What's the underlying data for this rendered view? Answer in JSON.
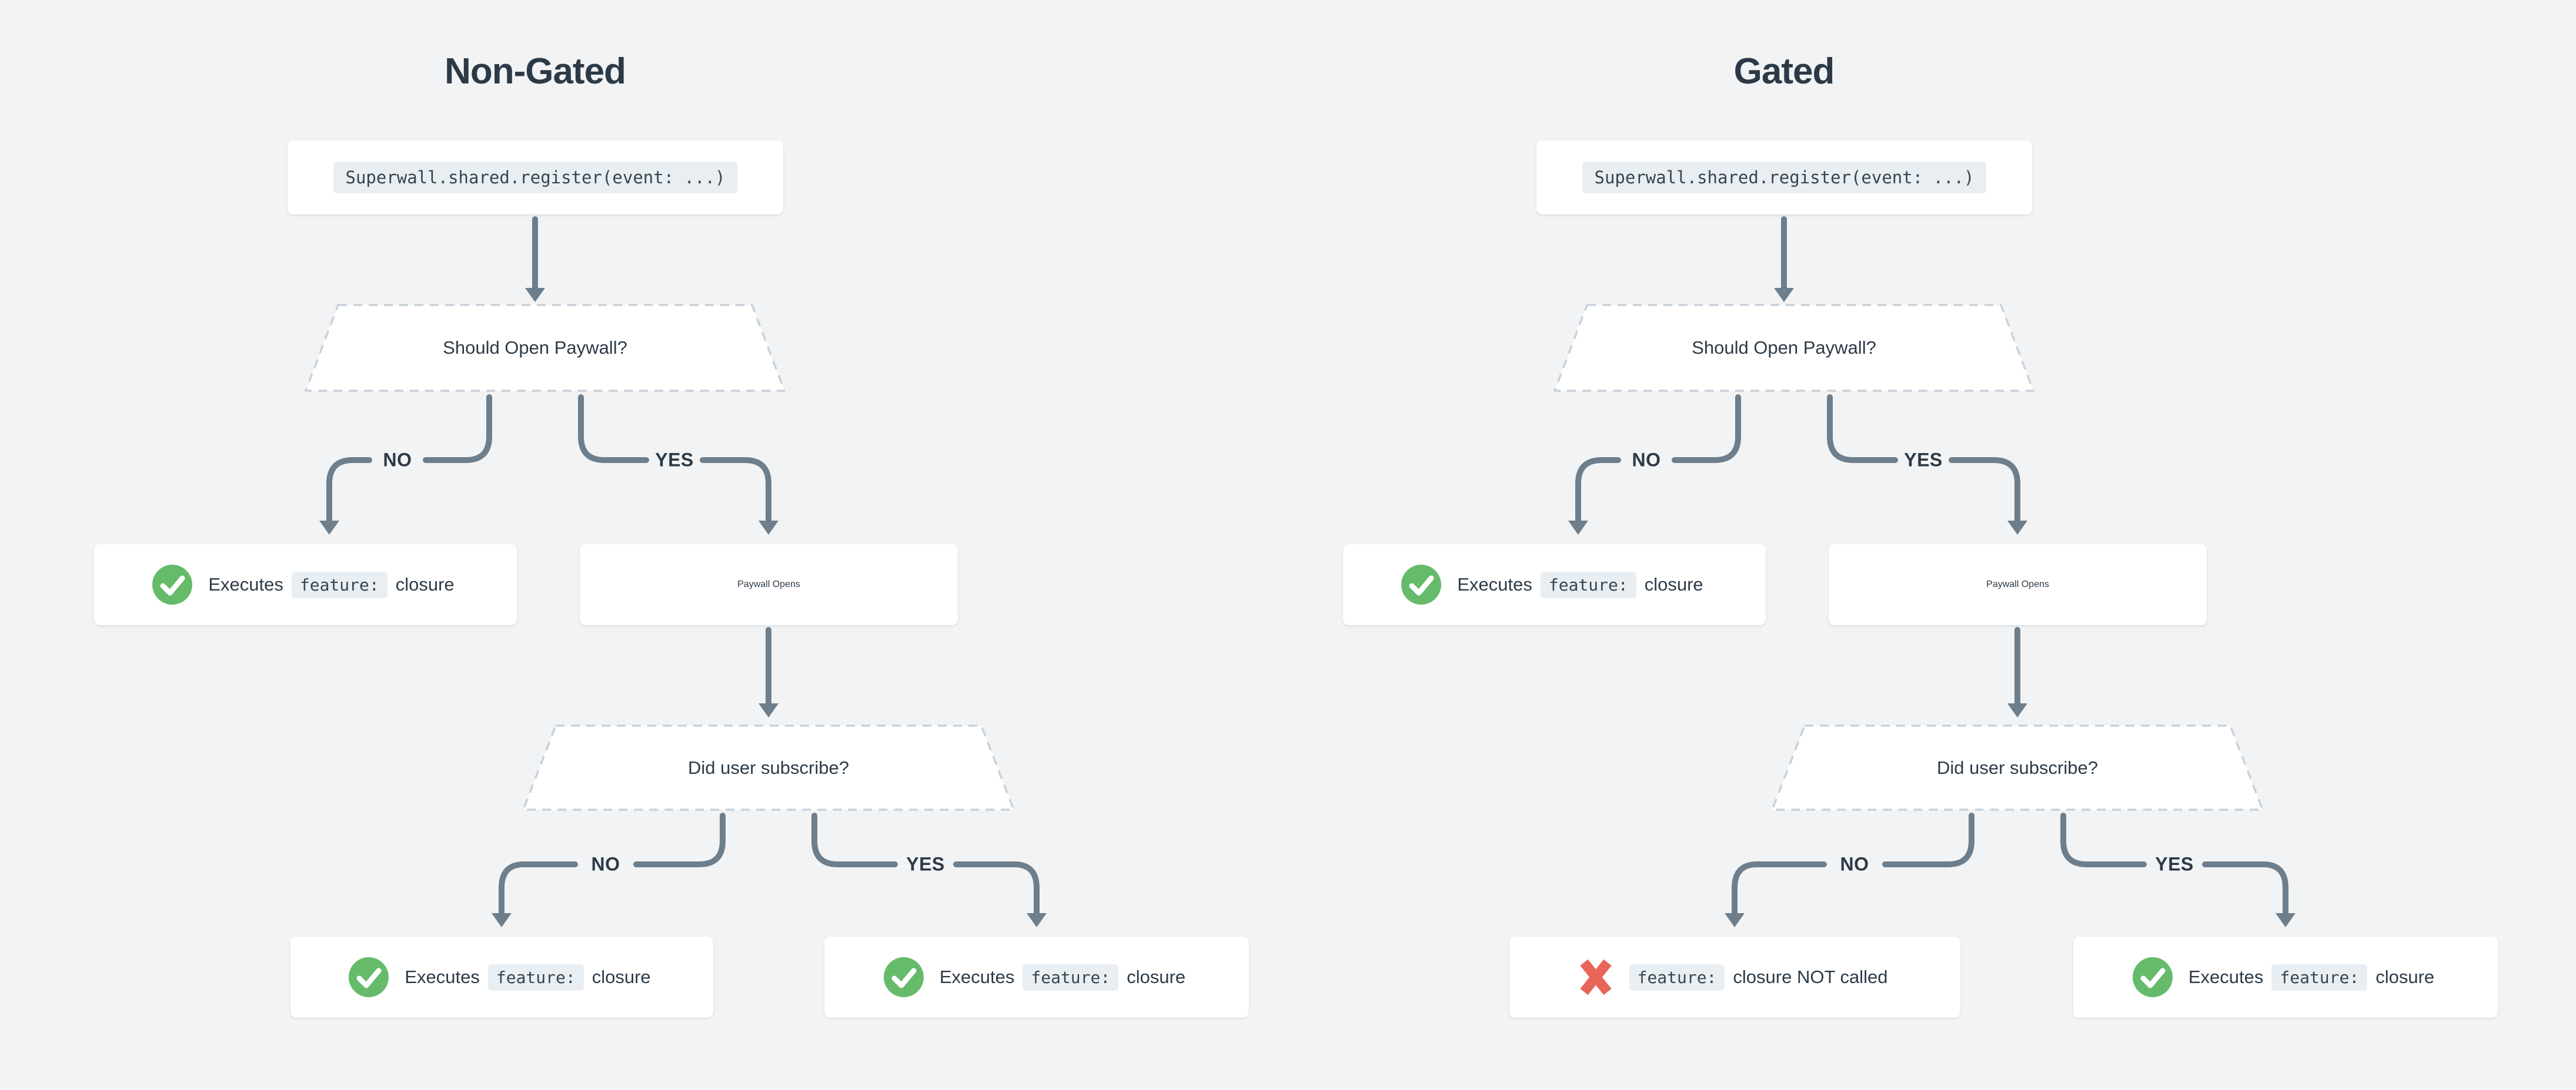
{
  "colors": {
    "background": "#f2f3f4",
    "card_background": "#ffffff",
    "text": "#2c3a47",
    "connector": "#6d7e8c",
    "dashed_border": "#c7d1da",
    "chip_background": "#e9eef2",
    "success_green": "#66bb6a",
    "error_red": "#e8655a"
  },
  "branch_labels": {
    "no": "NO",
    "yes": "YES"
  },
  "columns": [
    {
      "title": "Non-Gated",
      "register_code": "Superwall.shared.register(event: ...)",
      "decision_paywall": "Should Open Paywall?",
      "decision_subscribe": "Did user subscribe?",
      "paywall_opens": "Paywall Opens",
      "no_result": {
        "icon": "check-circle-icon",
        "prefix": "Executes",
        "code": "feature:",
        "suffix": "closure"
      },
      "subscribe_no_result": {
        "icon": "check-circle-icon",
        "prefix": "Executes",
        "code": "feature:",
        "suffix": "closure"
      },
      "subscribe_yes_result": {
        "icon": "check-circle-icon",
        "prefix": "Executes",
        "code": "feature:",
        "suffix": "closure"
      }
    },
    {
      "title": "Gated",
      "register_code": "Superwall.shared.register(event: ...)",
      "decision_paywall": "Should Open Paywall?",
      "decision_subscribe": "Did user subscribe?",
      "paywall_opens": "Paywall Opens",
      "no_result": {
        "icon": "check-circle-icon",
        "prefix": "Executes",
        "code": "feature:",
        "suffix": "closure"
      },
      "subscribe_no_result": {
        "icon": "cross-icon",
        "prefix": "",
        "code": "feature:",
        "suffix": "closure NOT called"
      },
      "subscribe_yes_result": {
        "icon": "check-circle-icon",
        "prefix": "Executes",
        "code": "feature:",
        "suffix": "closure"
      }
    }
  ]
}
